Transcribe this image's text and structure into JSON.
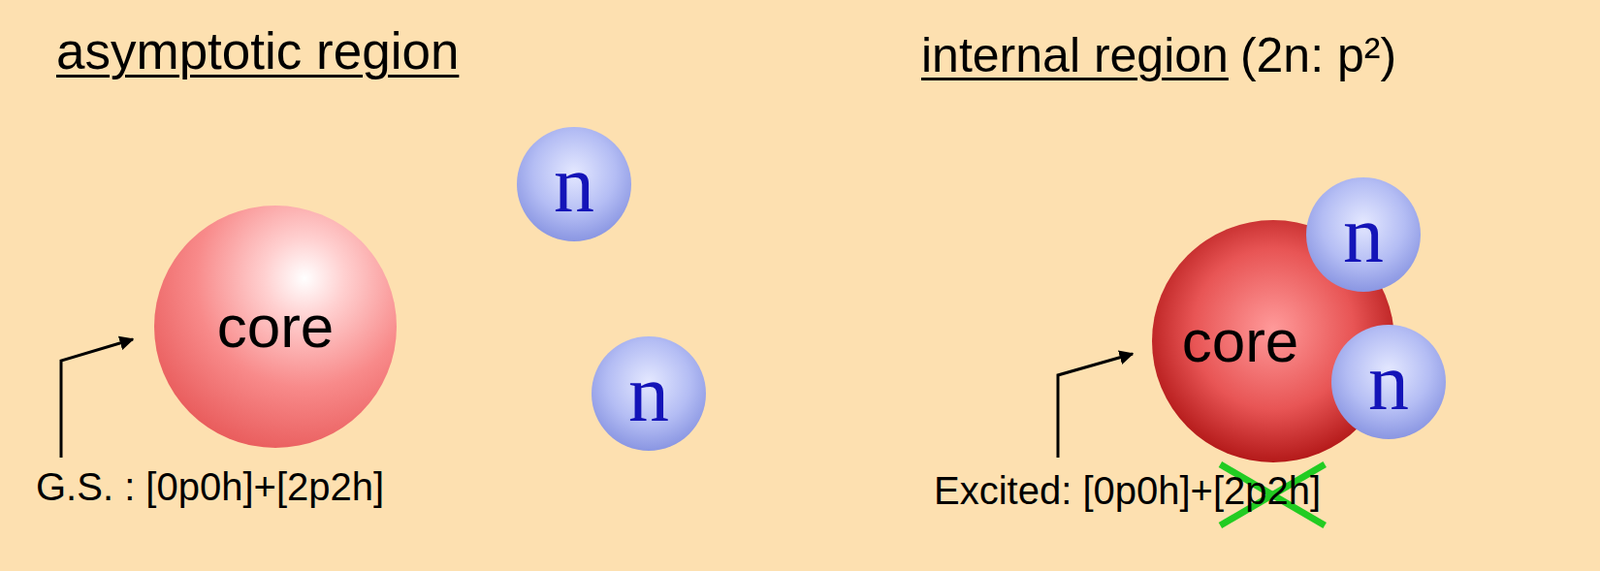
{
  "diagram": {
    "nodes": [
      {
        "text": [
          "core"
        ]
      },
      {
        "text": [
          "n"
        ]
      },
      {
        "text": [
          "n"
        ]
      },
      {
        "text": [
          "core"
        ]
      },
      {
        "text": [
          "n"
        ]
      },
      {
        "text": [
          "n"
        ]
      }
    ],
    "labels": [
      "asymptotic region",
      "internal region",
      "(2n: p²)",
      "G.S. : [0p0h]+[2p2h]",
      "Excited: [0p0h]+[2p2h]"
    ]
  }
}
